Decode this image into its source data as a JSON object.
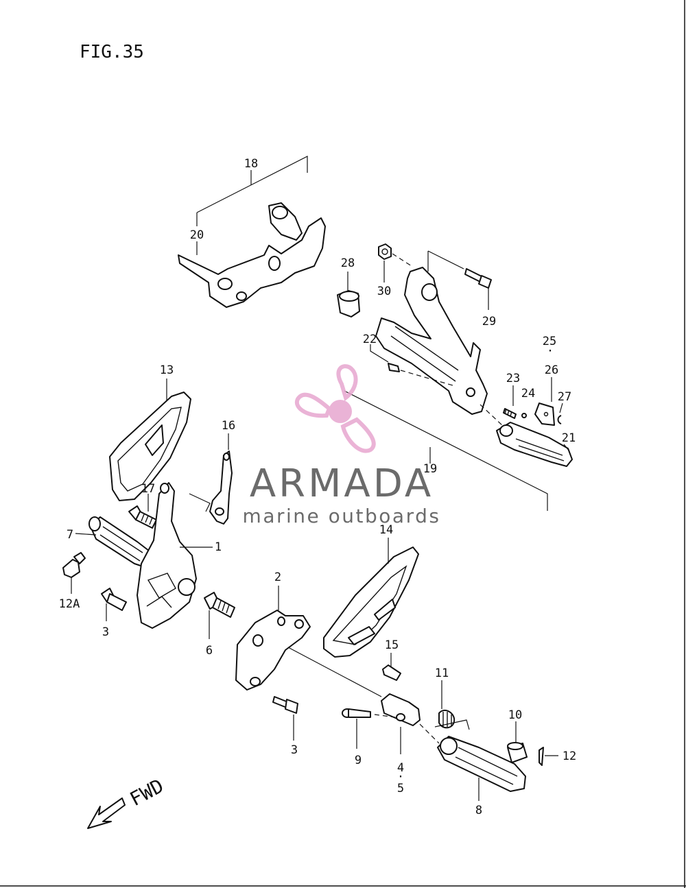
{
  "figure": {
    "title": "FIG.35"
  },
  "callouts": {
    "p1": "1",
    "p2": "2",
    "p3a": "3",
    "p3b": "3",
    "p4": "4",
    "p5": "5",
    "p6": "6",
    "p7": "7",
    "p8": "8",
    "p9": "9",
    "p10": "10",
    "p11": "11",
    "p12": "12",
    "p12a": "12A",
    "p13": "13",
    "p14": "14",
    "p15": "15",
    "p16": "16",
    "p17": "17",
    "p18": "18",
    "p19": "19",
    "p20": "20",
    "p21": "21",
    "p22": "22",
    "p23": "23",
    "p24": "24",
    "p25": "25",
    "p26": "26",
    "p27": "27",
    "p28": "28",
    "p29": "29",
    "p30": "30"
  },
  "direction": {
    "label": "FWD"
  },
  "watermark": {
    "brand": "ARMADA",
    "tagline": "marine outboards",
    "accent": "#e7a6cf"
  }
}
